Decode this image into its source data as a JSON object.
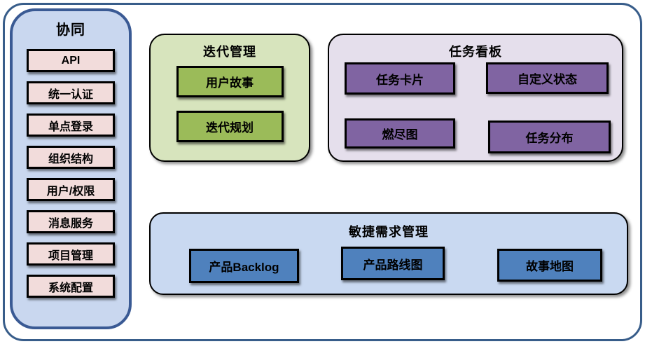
{
  "colors": {
    "frame_border": "#385D8A",
    "sidebar_fill": "#C9D7EF",
    "sidebar_border": "#3A5A94",
    "sidebar_item_fill": "#F2DCDB",
    "iteration_fill": "#D7E4BD",
    "iteration_item_fill": "#9BBB59",
    "taskboard_fill": "#E5DFEC",
    "taskboard_item_fill": "#8064A2",
    "agile_fill": "#C9D9F1",
    "agile_item_fill": "#4F81BD",
    "node_border": "#000000"
  },
  "sidebar": {
    "title": "协同",
    "items": [
      {
        "label": "API"
      },
      {
        "label": "统一认证"
      },
      {
        "label": "单点登录"
      },
      {
        "label": "组织结构"
      },
      {
        "label": "用户/权限"
      },
      {
        "label": "消息服务"
      },
      {
        "label": "项目管理"
      },
      {
        "label": "系统配置"
      }
    ]
  },
  "panels": {
    "iteration": {
      "title": "迭代管理",
      "items": [
        "用户故事",
        "迭代规划"
      ]
    },
    "taskboard": {
      "title": "任务看板",
      "items": [
        "任务卡片",
        "自定义状态",
        "燃尽图",
        "任务分布"
      ]
    },
    "agile": {
      "title": "敏捷需求管理",
      "items": [
        "产品Backlog",
        "产品路线图",
        "故事地图"
      ]
    }
  }
}
